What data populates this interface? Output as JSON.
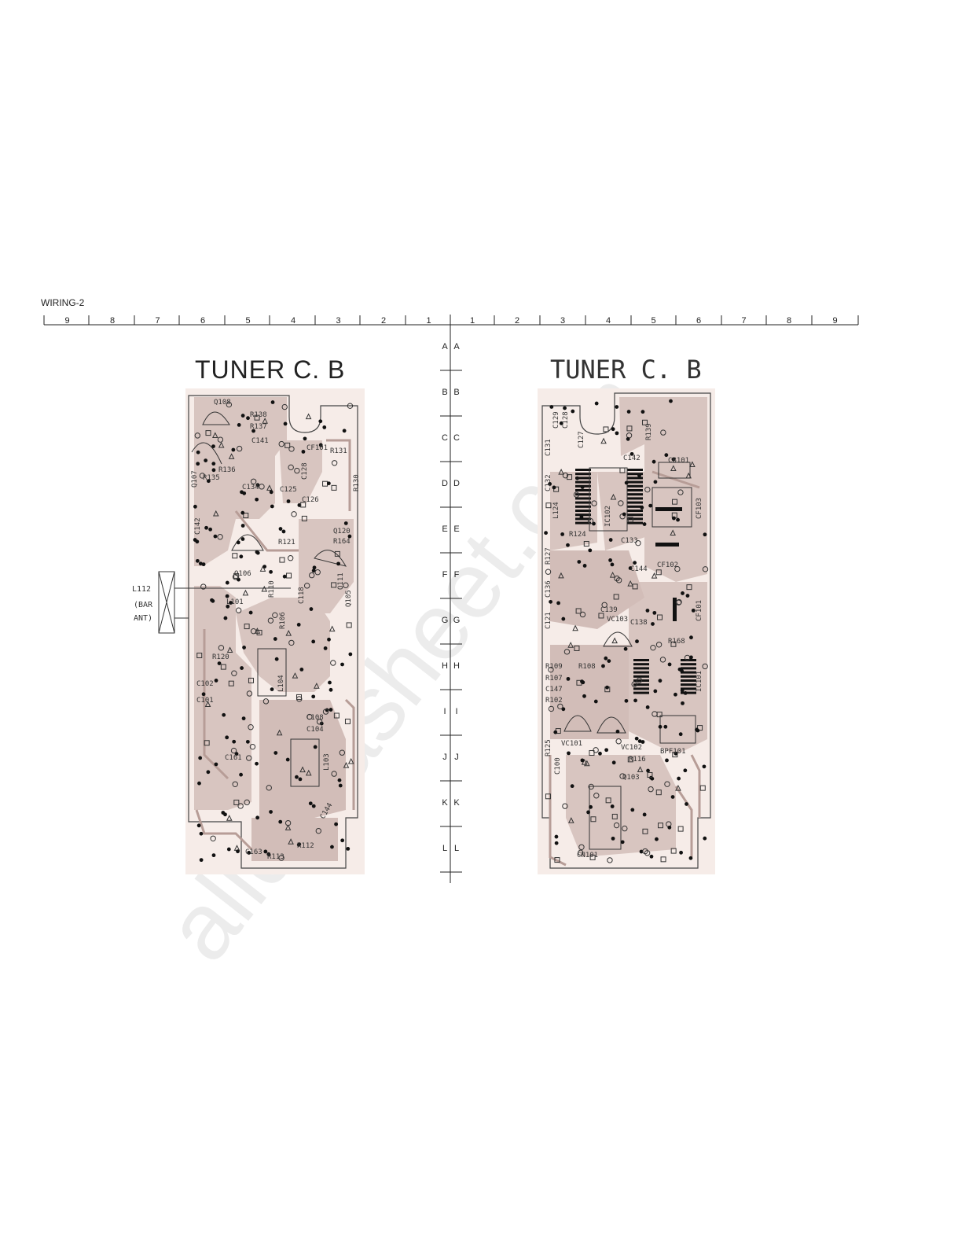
{
  "page": {
    "label": "WIRING-2"
  },
  "ruler": {
    "columns_left": [
      "9",
      "8",
      "7",
      "6",
      "5",
      "4",
      "3",
      "2",
      "1"
    ],
    "columns_right": [
      "1",
      "2",
      "3",
      "4",
      "5",
      "6",
      "7",
      "8",
      "9"
    ],
    "rows": [
      "A",
      "B",
      "C",
      "D",
      "E",
      "F",
      "G",
      "H",
      "I",
      "J",
      "K",
      "L"
    ]
  },
  "boards": {
    "left": {
      "title": "TUNER C. B"
    },
    "right": {
      "title": "TUNER C. B"
    }
  },
  "antenna": {
    "ref": "L112",
    "line1": "(BAR",
    "line2": "ANT)"
  },
  "components_left": [
    "Q108",
    "R138",
    "R137",
    "C141",
    "Q107",
    "R136",
    "R135",
    "C134",
    "Q106",
    "R131",
    "CF101",
    "R130",
    "C128",
    "C125",
    "C126",
    "R121",
    "Q120",
    "R164",
    "L101",
    "C118",
    "R110",
    "R106",
    "Q105",
    "Q111",
    "R120",
    "C102",
    "C101",
    "L104",
    "C108",
    "C104",
    "L103",
    "C161",
    "C144",
    "C163",
    "R113",
    "R112",
    "C142"
  ],
  "components_right": [
    "C129",
    "C128",
    "R139",
    "C131",
    "C127",
    "C132",
    "CB101",
    "C142",
    "IC102",
    "CF103",
    "L124",
    "R124",
    "R127",
    "C133",
    "CF102",
    "C136",
    "C144",
    "VC103",
    "C139",
    "C138",
    "CF101",
    "C121",
    "R168",
    "R109",
    "R108",
    "R107",
    "C147",
    "R102",
    "IC101",
    "VC101",
    "VC102",
    "R116",
    "R125",
    "BPF101",
    "Q103",
    "C100",
    "CN101"
  ],
  "watermark": "alldatasheet.com",
  "colors": {
    "copper": "#d6c3be",
    "copper_dark": "#c9b1ab",
    "board": "#f7eeea",
    "ink": "#222222"
  }
}
